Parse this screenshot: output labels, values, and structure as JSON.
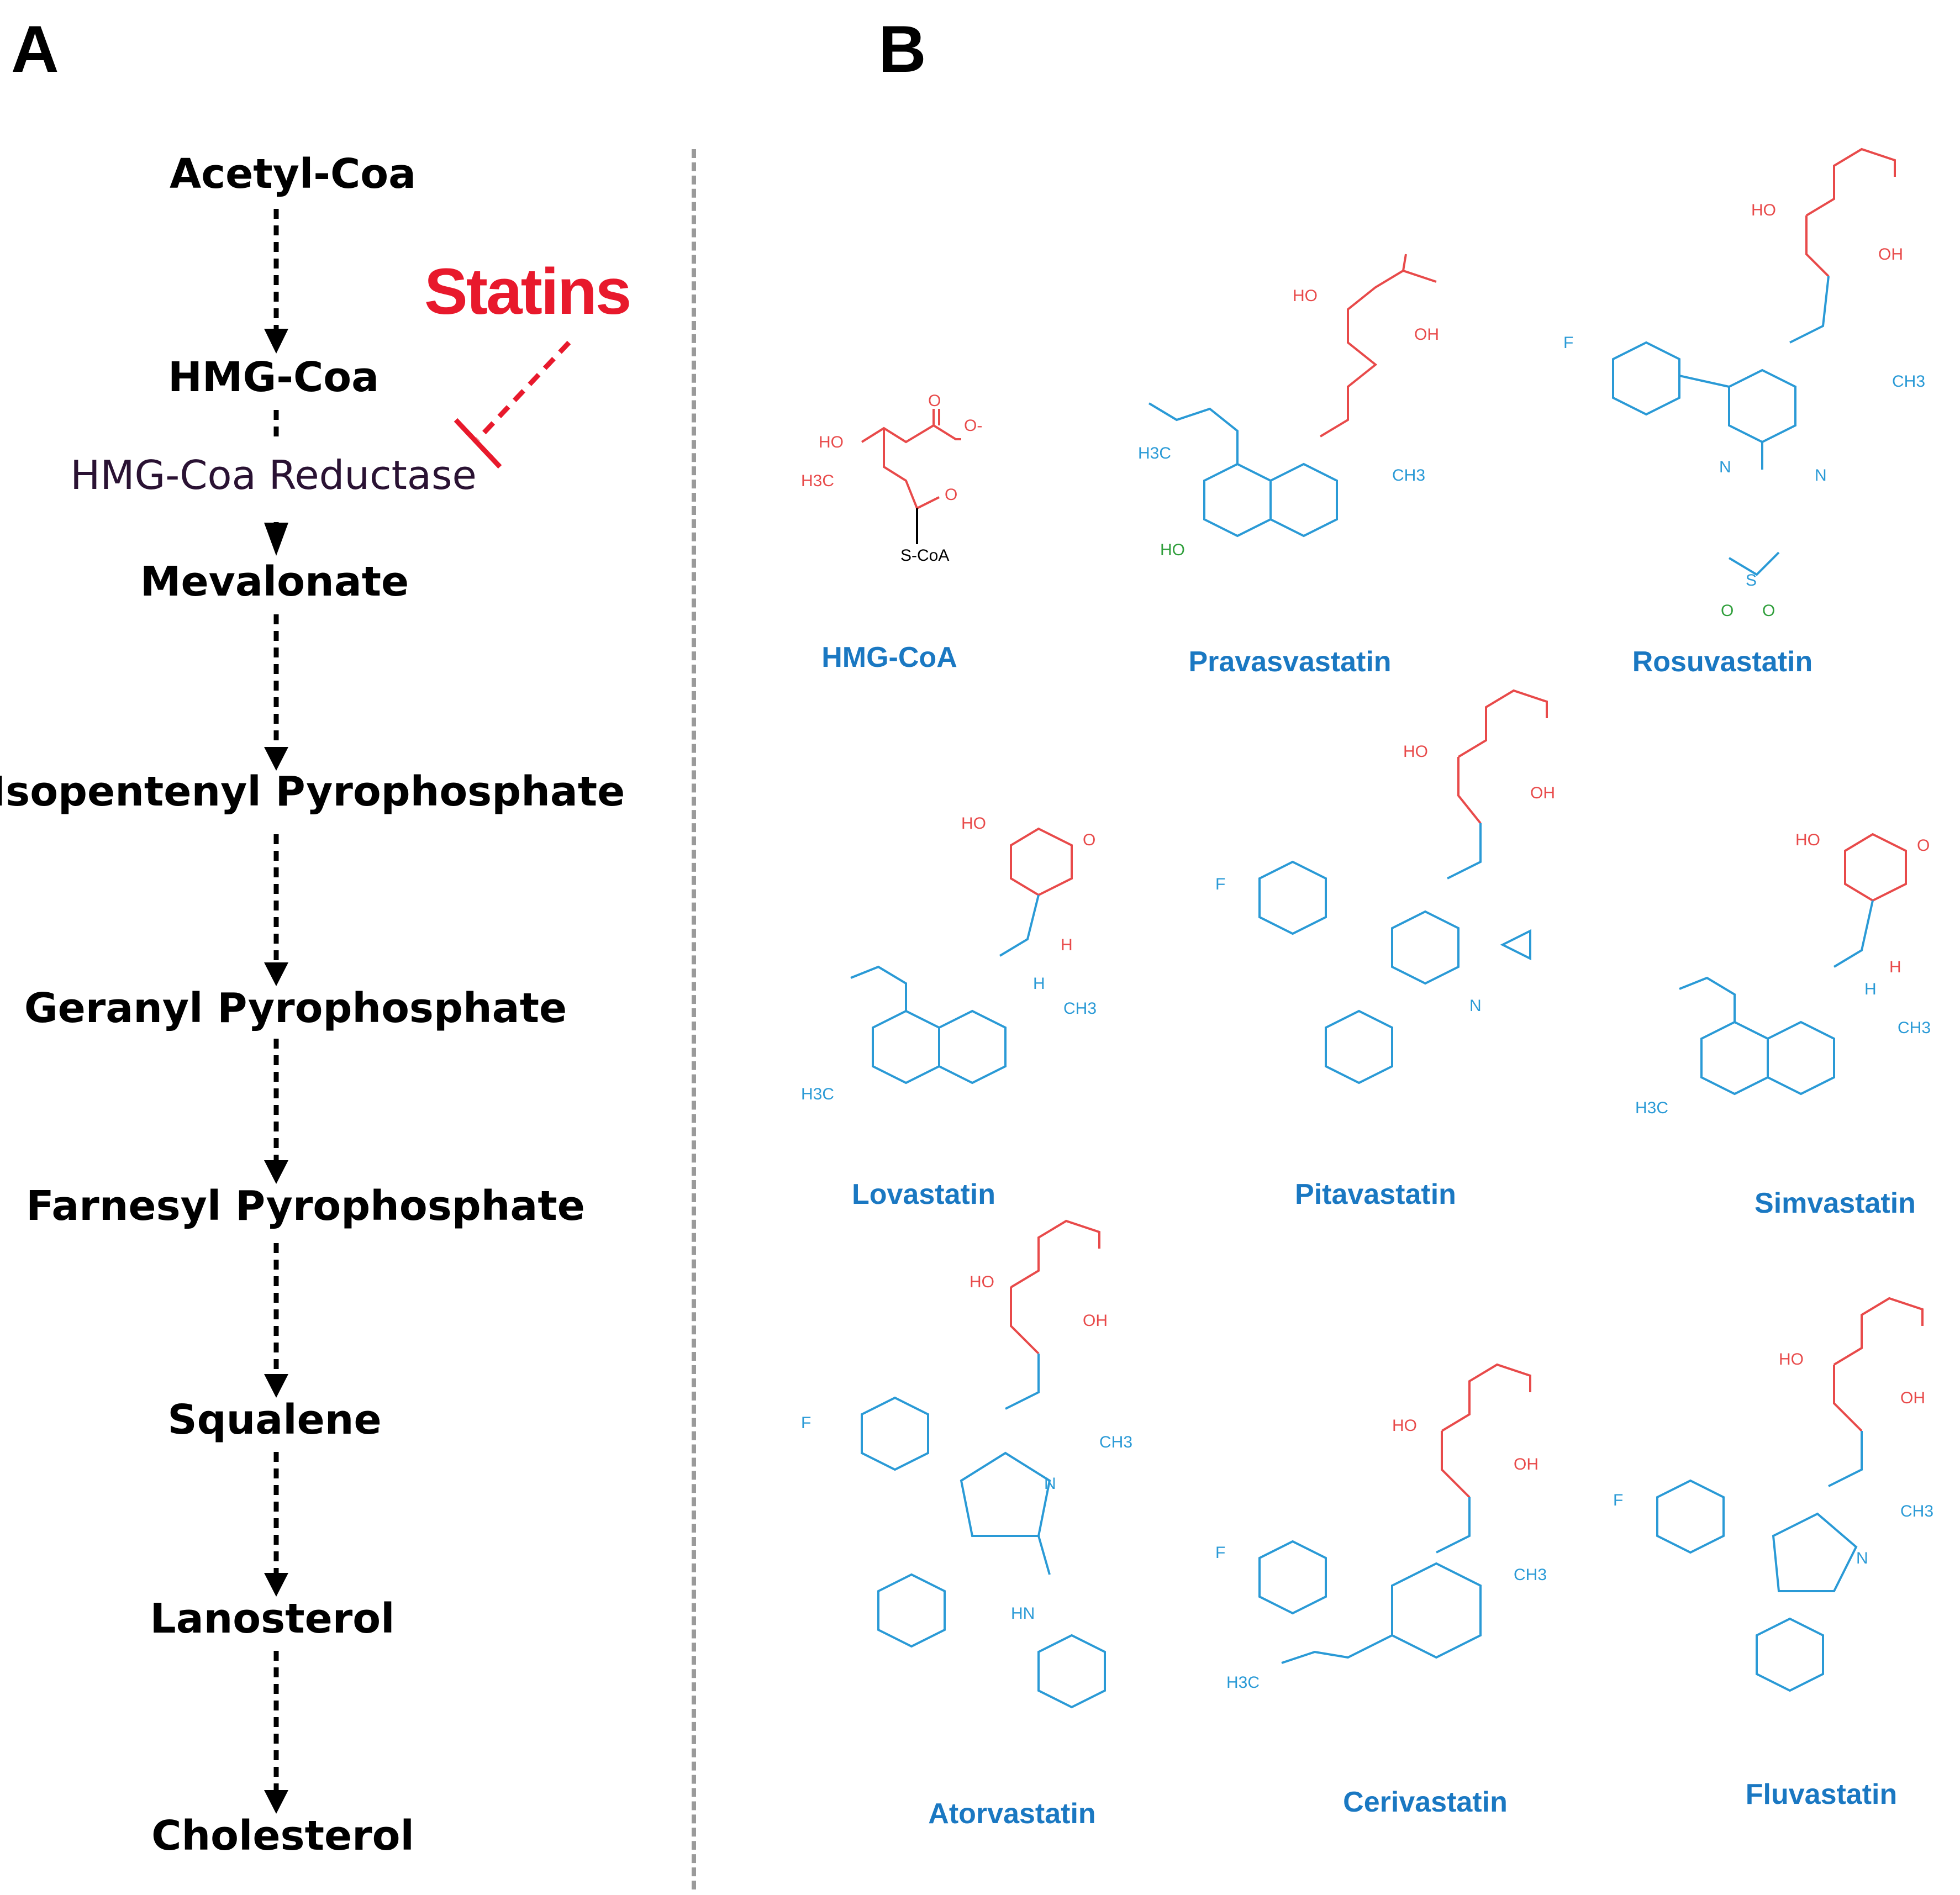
{
  "panel_a": {
    "letter": "A",
    "steps": [
      "Acetyl-Coa",
      "HMG-Coa",
      "Mevalonate",
      "Isopentenyl Pyrophosphate",
      "Geranyl Pyrophosphate",
      "Farnesyl Pyrophosphate",
      "Squalene",
      "Lanosterol",
      "Cholesterol"
    ],
    "enzyme": "HMG-Coa Reductase",
    "inhibitor": "Statins"
  },
  "panel_b": {
    "letter": "B",
    "structures": [
      "HMG-CoA",
      "Pravasvastatin",
      "Rosuvastatin",
      "Lovastatin",
      "Pitavastatin",
      "Simvastatin",
      "Atorvastatin",
      "Cerivastatin",
      "Fluvastatin"
    ],
    "atoms": {
      "ho": "HO",
      "oh": "OH",
      "o": "O",
      "o_minus": "O-",
      "h3c": "H3C",
      "ch3": "CH3",
      "scoa": "S-CoA",
      "f": "F",
      "n": "N",
      "s": "S",
      "h": "H",
      "hn": "HN"
    }
  },
  "colors": {
    "text": "#000000",
    "inhibitor": "#e8192c",
    "structure_label": "#1a78c2",
    "scaffold_blue": "#2a9ad6",
    "pharmacophore_red": "#e84a4a",
    "hydroxyl_green": "#2e9e3a",
    "divider": "#9a9a9a"
  }
}
